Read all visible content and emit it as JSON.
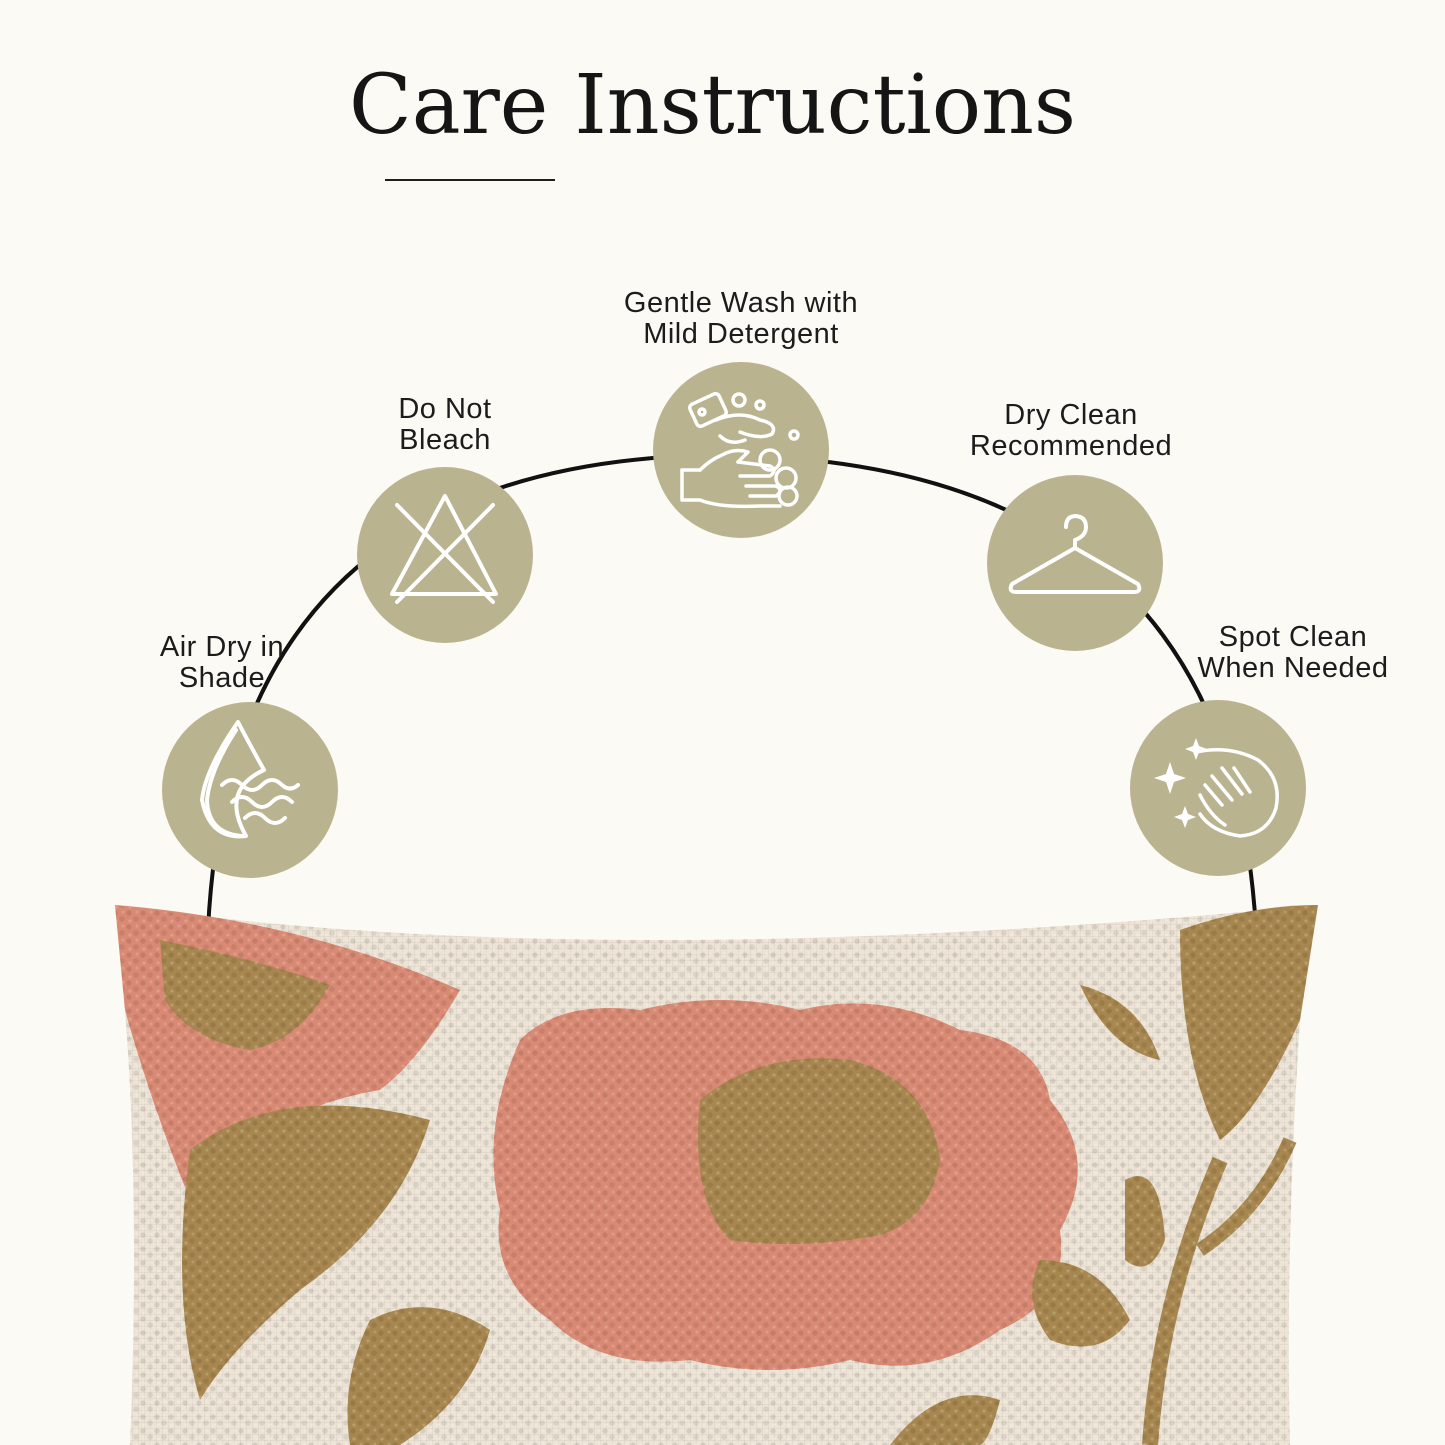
{
  "header": {
    "title": "Care Instructions"
  },
  "colors": {
    "background": "#fcfaf4",
    "icon_circle": "#b9b48f",
    "icon_stroke": "#ffffff",
    "arc": "#111111",
    "pillow_base": "#ede4d6",
    "pillow_pink": "#d98a74",
    "pillow_olive": "#a7874f"
  },
  "care_items": [
    {
      "icon": "water-drop-waves-icon",
      "line1": "Air Dry in",
      "line2": "Shade"
    },
    {
      "icon": "no-bleach-triangle-icon",
      "line1": "Do Not",
      "line2": "Bleach"
    },
    {
      "icon": "hand-wash-icon",
      "line1": "Gentle Wash with",
      "line2": "Mild Detergent"
    },
    {
      "icon": "hanger-icon",
      "line1": "Dry Clean",
      "line2": "Recommended"
    },
    {
      "icon": "spot-clean-hand-icon",
      "line1": "Spot Clean",
      "line2": "When Needed"
    }
  ]
}
